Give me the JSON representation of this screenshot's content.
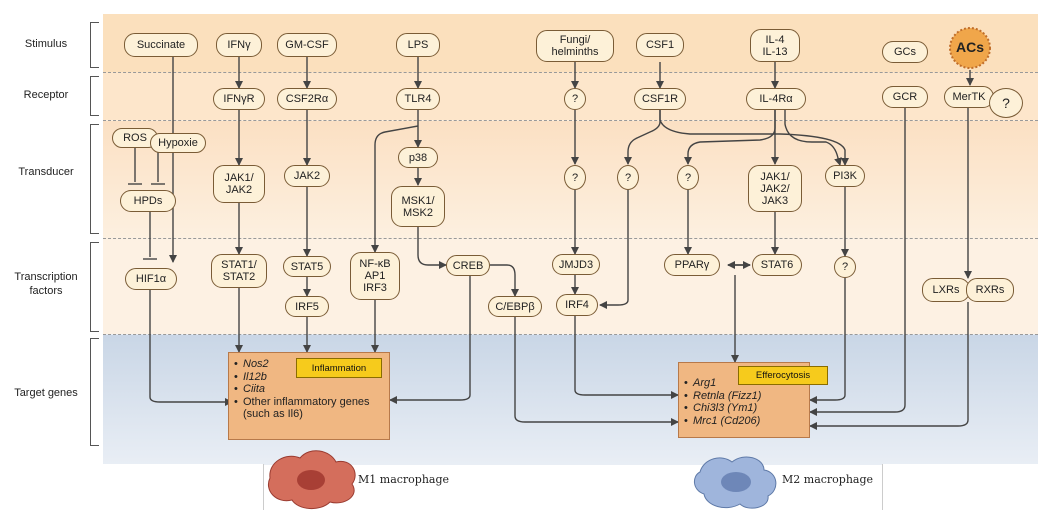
{
  "rows": {
    "stimulus": "Stimulus",
    "receptor": "Receptor",
    "transducer": "Transducer",
    "transcription_line1": "Transcription",
    "transcription_line2": "factors",
    "target": "Target genes"
  },
  "colors": {
    "stimulus_band": "#fbe0bd",
    "receptor_band": "#fde6cb",
    "transducer_band": "#fbe0c3",
    "tf_band": "#fdf1e3",
    "target_band": "#d6e0ec",
    "node_fill": "#fdf1d8",
    "node_border": "#7a5c36",
    "gene_box": "#f0b782",
    "tag": "#f6cb1c",
    "m1_cell": "#c95a4a",
    "m2_cell": "#8ea7d4",
    "arrow": "#444444"
  },
  "nodes": {
    "succinate": "Succinate",
    "ifng": "IFNγ",
    "gmcsf": "GM-CSF",
    "lps": "LPS",
    "fungi": "Fungi/\nhelminths",
    "csf1": "CSF1",
    "il4": "IL-4\nIL-13",
    "gcs": "GCs",
    "acs": "ACs",
    "ifngr": "IFNγR",
    "csf2ra": "CSF2Rα",
    "tlr4": "TLR4",
    "q_fungi": "?",
    "csf1r": "CSF1R",
    "il4ra": "IL-4Rα",
    "gcr": "GCR",
    "mertk": "MerTK",
    "q_mertk": "?",
    "ros": "ROS",
    "hypoxia": "Hypoxie",
    "hpds": "HPDs",
    "jak12": "JAK1/\nJAK2",
    "jak2": "JAK2",
    "p38": "p38",
    "msk": "MSK1/\nMSK2",
    "q_t1": "?",
    "q_t2": "?",
    "q_t3": "?",
    "jak123": "JAK1/\nJAK2/\nJAK3",
    "pi3k": "PI3K",
    "hif1a": "HIF1α",
    "stat12": "STAT1/\nSTAT2",
    "stat5": "STAT5",
    "irf5": "IRF5",
    "nfkb": "NF-κB\nAP1\nIRF3",
    "creb": "CREB",
    "cebpb": "C/EBPβ",
    "jmjd3": "JMJD3",
    "irf4": "IRF4",
    "pparg": "PPARγ",
    "stat6": "STAT6",
    "q_tf": "?",
    "lxrs": "LXRs",
    "rxrs": "RXRs"
  },
  "m1_genes": [
    "Nos2",
    "Il12b",
    "Ciita",
    "Other inflammatory genes (such as Il6)"
  ],
  "m1_tag": "Inflammation",
  "m2_genes": [
    "Arg1",
    "Retnla (Fizz1)",
    "Chi3l3 (Ym1)",
    "Mrc1 (Cd206)"
  ],
  "m2_tag": "Efferocytosis",
  "m1_label": "M1 macrophage",
  "m2_label": "M2 macrophage"
}
